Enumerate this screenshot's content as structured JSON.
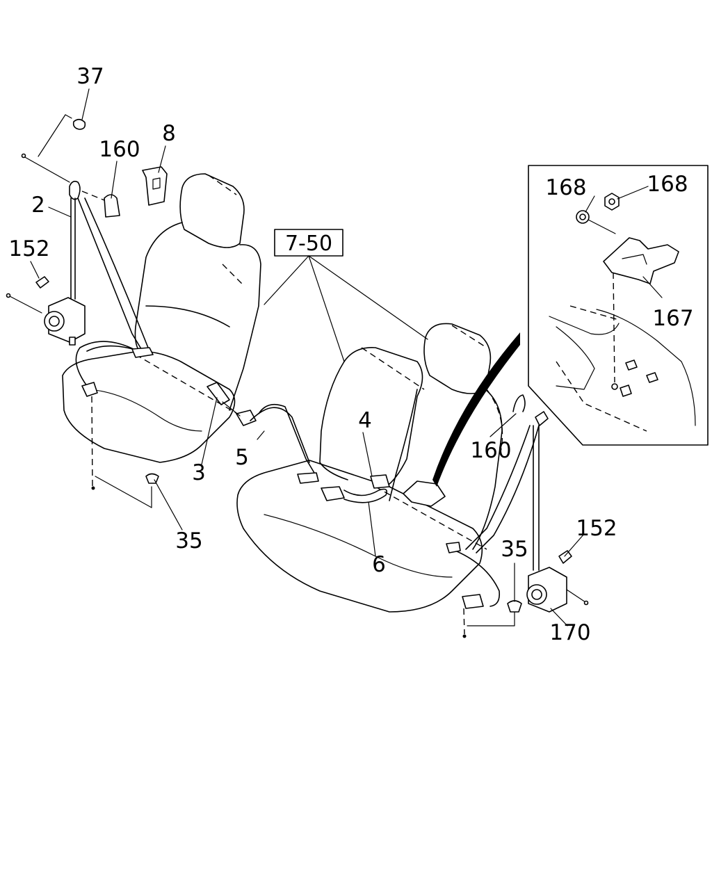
{
  "diagram": {
    "callouts": {
      "p37": "37",
      "p160_left": "160",
      "p8": "8",
      "p2": "2",
      "p152_left": "152",
      "p7_50": "7-50",
      "p4": "4",
      "p5": "5",
      "p3": "3",
      "p35_left": "35",
      "p6": "6",
      "p160_right": "160",
      "p35_right": "35",
      "p152_right": "152",
      "p170": "170"
    },
    "inset": {
      "p168_left": "168",
      "p168_right": "168",
      "p167": "167"
    }
  }
}
